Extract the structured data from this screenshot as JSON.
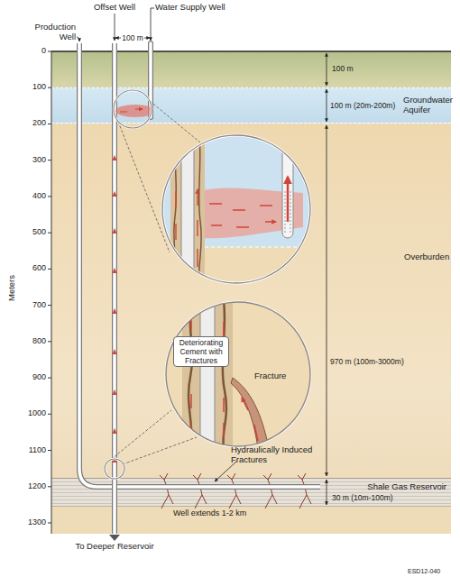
{
  "diagram": {
    "nodes": [
      {
        "text": [
          "Groundwater Aquifer"
        ]
      },
      {
        "text": [
          "Overburden"
        ]
      },
      {
        "text": [
          "Deteriorating Cement with Fractures",
          "Fracture"
        ],
        "in": 1
      },
      {
        "text": [
          "Shale Gas Reservoir"
        ]
      }
    ],
    "labels": [
      "Production Well",
      "Offset Well",
      "Water Supply Well",
      "100 m",
      "0",
      "100",
      "200",
      "300",
      "400",
      "500",
      "600",
      "700",
      "800",
      "900",
      "1000",
      "1100",
      "1200",
      "1300",
      "Meters",
      "100 m",
      "100 m (20m-200m)",
      "970 m (100m-3000m)",
      "Hydraulically Induced Fractures",
      "30 m (10m-100m)",
      "Well extends 1-2 km",
      "To Deeper Reservoir",
      "ESD12-040"
    ]
  }
}
